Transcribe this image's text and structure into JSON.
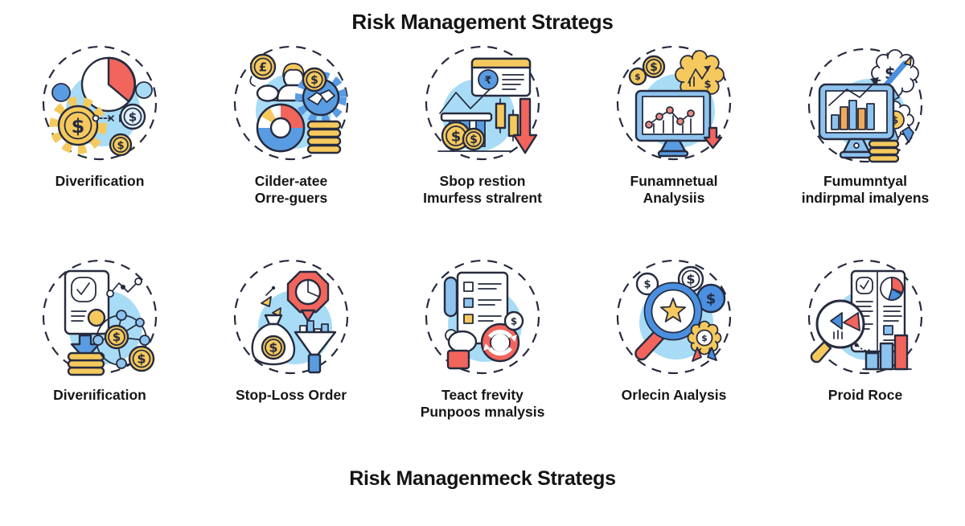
{
  "header": {
    "title": "Risk Management Strategs"
  },
  "footer": {
    "title": "Risk Managenmeck Strategs"
  },
  "glyphs": {
    "dollar": "$",
    "pound": "£",
    "rupee": "₹"
  },
  "colors": {
    "outline": "#262b3f",
    "blob_blue": "#a8dcf6",
    "accent_blue": "#5a9ce2",
    "accent_red": "#f2655c",
    "accent_yellow": "#f5c95d",
    "text": "#141414",
    "background": "#ffffff"
  },
  "items": [
    {
      "label": "Diverification",
      "icon": "pie-chart-gear-coins"
    },
    {
      "label": "Cilder-atee\nOrre-guers",
      "icon": "person-handshake-allocation"
    },
    {
      "label": "Sbop restion\nImurfess stralrent",
      "icon": "bank-decline-arrow"
    },
    {
      "label": "Funamnetual\nAnalysiis",
      "icon": "monitor-line-chart-badge"
    },
    {
      "label": "Fumumntyal\nindirpmal imalyens",
      "icon": "monitor-growth-award"
    },
    {
      "label": "Diverıification",
      "icon": "document-network-coins"
    },
    {
      "label": "Stop-Loss Order",
      "icon": "stop-sign-money-bag-funnel"
    },
    {
      "label": "Teact frevity\nPunpoos mnalysis",
      "icon": "checklist-hand-sync"
    },
    {
      "label": "Orlecin Aıalysis",
      "icon": "magnifier-star-awards"
    },
    {
      "label": "Proid Roce",
      "icon": "magnifier-report-bars"
    }
  ]
}
